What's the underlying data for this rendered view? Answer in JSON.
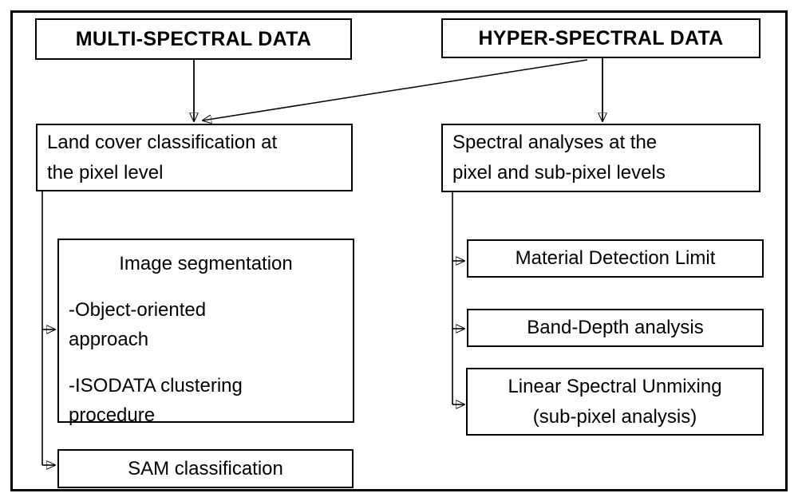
{
  "diagram": {
    "type": "flowchart",
    "background_color": "#ffffff",
    "line_color": "#000000",
    "text_color": "#000000",
    "nodes": {
      "multi_spectral": {
        "label": "MULTI-SPECTRAL DATA"
      },
      "hyper_spectral": {
        "label": "HYPER-SPECTRAL DATA"
      },
      "land_cover": {
        "line1": "Land cover classification at",
        "line2": "the pixel level"
      },
      "spectral_analyses": {
        "line1": "Spectral analyses at the",
        "line2": "pixel and sub-pixel levels"
      },
      "image_segmentation": {
        "title": "Image segmentation",
        "items": [
          {
            "line1": "-Object-oriented",
            "line2": "approach"
          },
          {
            "line1": "-ISODATA clustering",
            "line2": "procedure"
          }
        ]
      },
      "sam_classification": {
        "label": "SAM classification"
      },
      "material_detection_limit": {
        "label": "Material Detection Limit"
      },
      "band_depth_analysis": {
        "label": "Band-Depth analysis"
      },
      "linear_spectral_unmixing": {
        "line1": "Linear Spectral Unmixing",
        "line2": "(sub-pixel analysis)"
      }
    },
    "edges": [
      {
        "from": "multi_spectral",
        "to": "land_cover"
      },
      {
        "from": "hyper_spectral",
        "to": "land_cover"
      },
      {
        "from": "hyper_spectral",
        "to": "spectral_analyses"
      },
      {
        "from": "land_cover",
        "to": "image_segmentation"
      },
      {
        "from": "land_cover",
        "to": "sam_classification"
      },
      {
        "from": "spectral_analyses",
        "to": "material_detection_limit"
      },
      {
        "from": "spectral_analyses",
        "to": "band_depth_analysis"
      },
      {
        "from": "spectral_analyses",
        "to": "linear_spectral_unmixing"
      }
    ]
  }
}
